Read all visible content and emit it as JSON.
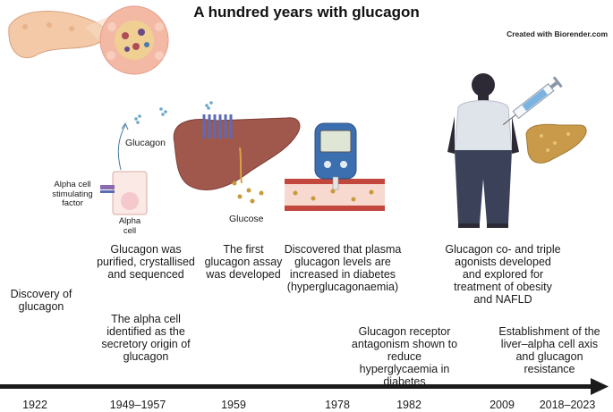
{
  "title": "A hundred years with glucagon",
  "credit": "Created with Biorender.com",
  "labels": {
    "glucagon": "Glucagon",
    "alpha_factor": "Alpha cell stimulating factor",
    "alpha_cell": "Alpha cell",
    "glucose": "Glucose"
  },
  "events": {
    "discovery": "Discovery of glucagon",
    "purified": "Glucagon was purified, crystallised and sequenced",
    "alpha_origin": "The alpha cell identified as the secretory origin of glucagon",
    "assay": "The first glucagon assay was developed",
    "hyperglucagonaemia": "Discovered that plasma glucagon levels are increased in diabetes (hyperglucagonaemia)",
    "antagonism": "Glucagon receptor antagonism shown to reduce hyperglycaemia in diabetes",
    "agonists": "Glucagon co- and triple agonists developed and explored for treatment of obesity and NAFLD",
    "liver_axis": "Establishment of the liver–alpha cell axis and glucagon resistance"
  },
  "years": [
    "1922",
    "1949–1957",
    "1959",
    "1978",
    "1982",
    "2009",
    "2018–2023"
  ],
  "colors": {
    "arrow": "#1b1b1b",
    "liver": "#a0574c",
    "receptor": "#5b6bb5",
    "vessel": "#c2473f",
    "vessel_inner": "#f7d9cf",
    "glucose_dot": "#c79a3a",
    "pancreas": "#f3c9a7",
    "alpha_cell": "#f5c8cc",
    "person": "#2e2a35",
    "shirt": "#dfe3ea",
    "pants": "#3a4158",
    "fatty_liver": "#c89a4a"
  },
  "icons": [
    "pancreas-icon",
    "islet-icon",
    "alpha-cell-icon",
    "liver-icon",
    "glucose-meter-icon",
    "blood-vessel-icon",
    "person-icon",
    "syringe-icon",
    "fatty-liver-icon"
  ]
}
